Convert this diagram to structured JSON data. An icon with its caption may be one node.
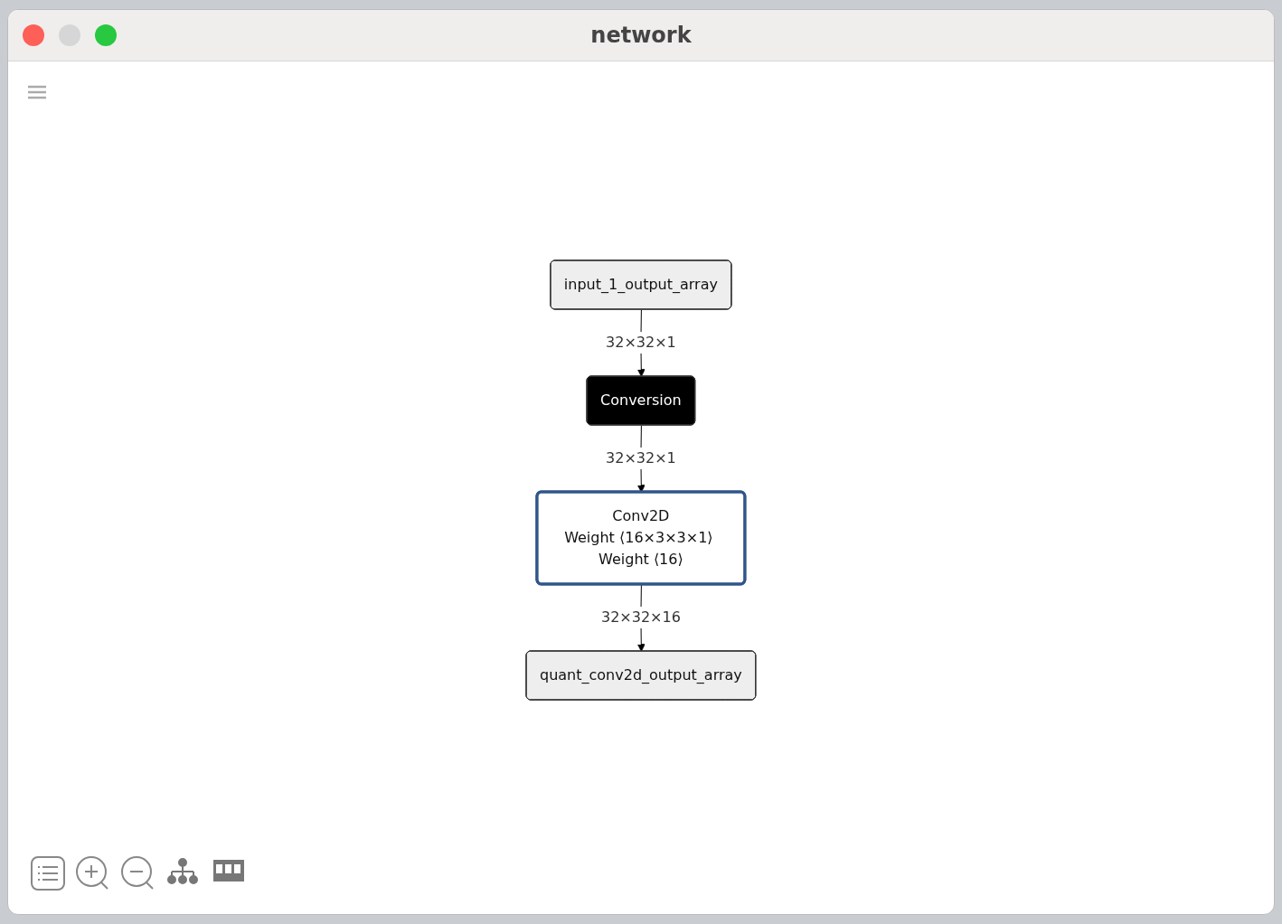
{
  "diagram": {
    "title": "network",
    "nodes": [
      {
        "text": [
          "input_1_output_array"
        ]
      },
      {
        "text": [
          "Conversion"
        ]
      },
      {
        "text": [
          "Conv2D",
          "Weight ⟨16×3×3×1⟩ Weight ⟨16⟩"
        ]
      },
      {
        "text": [
          "quant_conv2d_output_array"
        ]
      }
    ],
    "edges": [
      {
        "from": 0,
        "to": 1,
        "arrow": "to",
        "label": "32×32×1"
      },
      {
        "from": 1,
        "to": 2,
        "arrow": "to",
        "label": "32×32×1"
      },
      {
        "from": 2,
        "to": 3,
        "arrow": "to",
        "label": "32×32×16"
      }
    ]
  }
}
